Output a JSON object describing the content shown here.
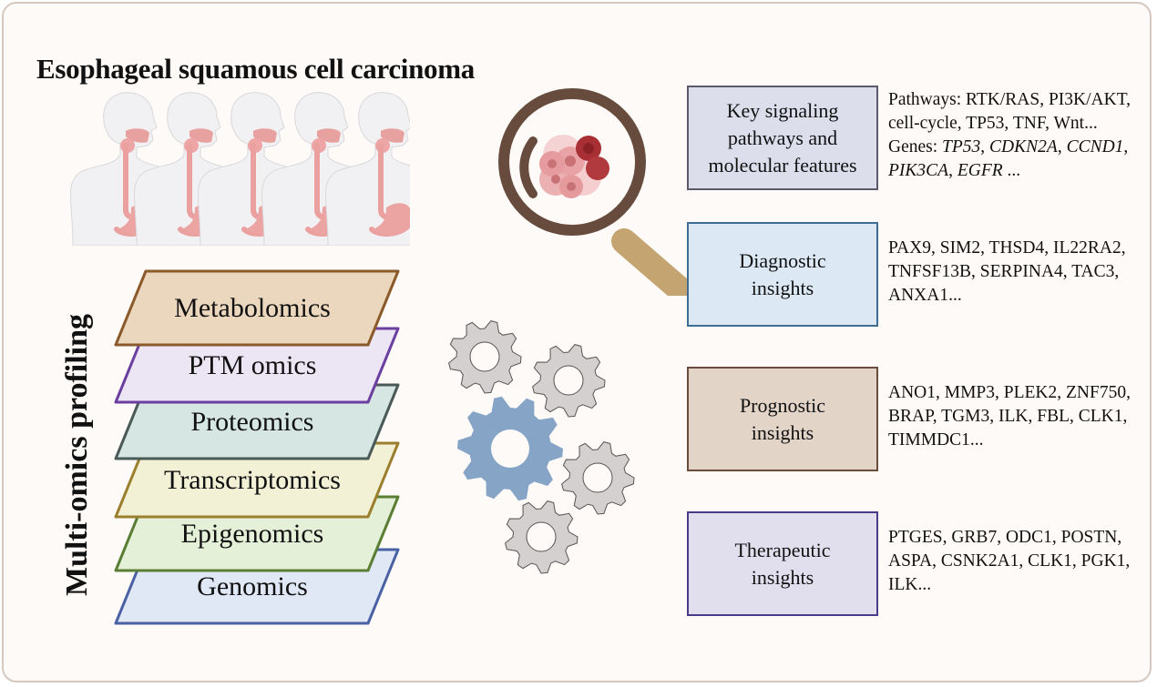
{
  "title": "Esophageal squamous cell carcinoma",
  "side_label": "Multi-omics profiling",
  "icons": {
    "people": "human-esophagus-figures",
    "magnifier": "magnifying-glass-tumor-cells",
    "gears": "gears-cluster"
  },
  "layers": [
    {
      "label": "Metabolomics",
      "fill": "#ebd7bd",
      "stroke": "#8a5a2b"
    },
    {
      "label": "PTM omics",
      "fill": "#ece6f4",
      "stroke": "#6a3fa0"
    },
    {
      "label": "Proteomics",
      "fill": "#d6e6e2",
      "stroke": "#4a5a58"
    },
    {
      "label": "Transcriptomics",
      "fill": "#f2f1d6",
      "stroke": "#9c7f2e"
    },
    {
      "label": "Epigenomics",
      "fill": "#e5f0d8",
      "stroke": "#5a7e34"
    },
    {
      "label": "Genomics",
      "fill": "#e1e8f5",
      "stroke": "#4a62a4"
    }
  ],
  "insights": [
    {
      "label_lines": [
        "Key signaling",
        "pathways and",
        "molecular features"
      ],
      "fill": "#dcdeec",
      "stroke": "#5a5a6a",
      "desc_lines": [
        [
          {
            "t": "Pathways: RTK/RAS, PI3K/AKT,",
            "i": false
          }
        ],
        [
          {
            "t": "cell-cycle, TP53, TNF, Wnt...",
            "i": false
          }
        ],
        [
          {
            "t": "Genes: ",
            "i": false
          },
          {
            "t": "TP53",
            "i": true
          },
          {
            "t": ", ",
            "i": false
          },
          {
            "t": "CDKN2A",
            "i": true
          },
          {
            "t": ", ",
            "i": false
          },
          {
            "t": "CCND1",
            "i": true
          },
          {
            "t": ",",
            "i": false
          }
        ],
        [
          {
            "t": "PIK3CA",
            "i": true
          },
          {
            "t": ", ",
            "i": false
          },
          {
            "t": "EGFR",
            "i": true
          },
          {
            "t": " ...",
            "i": false
          }
        ]
      ]
    },
    {
      "label_lines": [
        "Diagnostic",
        "insights"
      ],
      "fill": "#dce9f5",
      "stroke": "#3f6c94",
      "desc_lines": [
        [
          {
            "t": "PAX9, SIM2, THSD4, IL22RA2,",
            "i": false
          }
        ],
        [
          {
            "t": "TNFSF13B, SERPINA4, TAC3,",
            "i": false
          }
        ],
        [
          {
            "t": "ANXA1...",
            "i": false
          }
        ]
      ]
    },
    {
      "label_lines": [
        "Prognostic",
        "insights"
      ],
      "fill": "#e3d4c8",
      "stroke": "#6a4c3c",
      "desc_lines": [
        [
          {
            "t": "ANO1, MMP3, PLEK2, ZNF750,",
            "i": false
          }
        ],
        [
          {
            "t": "BRAP, TGM3, ILK, FBL, CLK1,",
            "i": false
          }
        ],
        [
          {
            "t": "TIMMDC1...",
            "i": false
          }
        ]
      ]
    },
    {
      "label_lines": [
        "Therapeutic",
        "insights"
      ],
      "fill": "#e1dfee",
      "stroke": "#4a3a8a",
      "desc_lines": [
        [
          {
            "t": "PTGES, GRB7, ODC1, POSTN,",
            "i": false
          }
        ],
        [
          {
            "t": "ASPA, CSNK2A1, CLK1, PGK1,",
            "i": false
          }
        ],
        [
          {
            "t": "ILK...",
            "i": false
          }
        ]
      ]
    }
  ]
}
